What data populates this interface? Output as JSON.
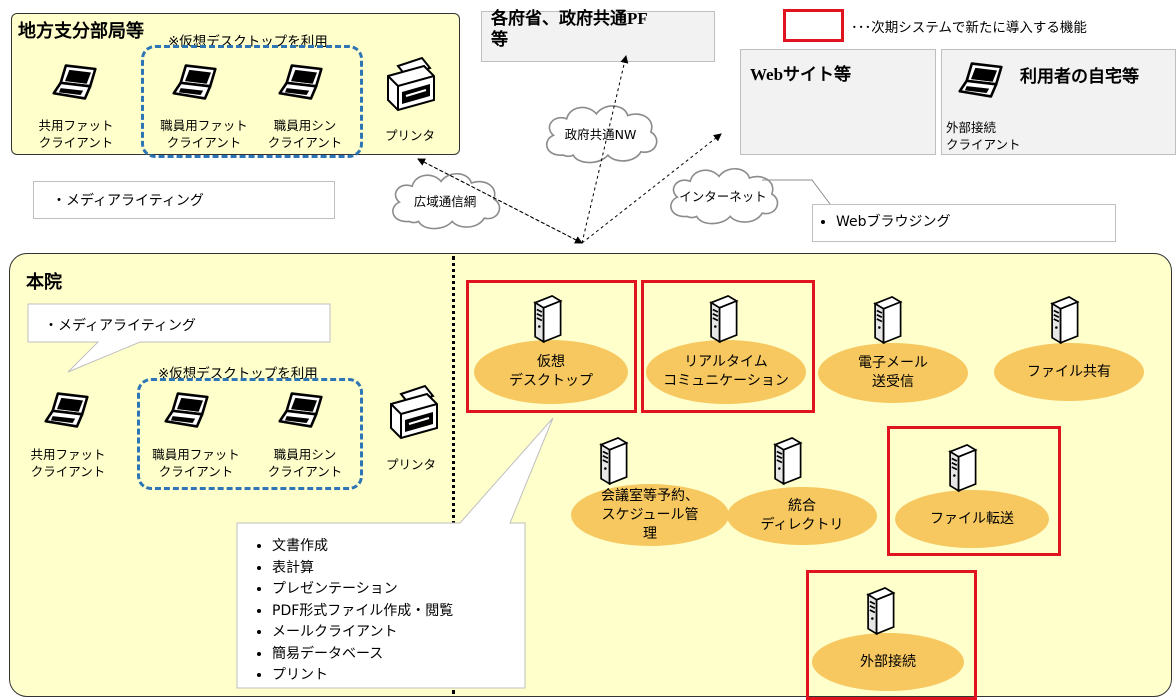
{
  "regional": {
    "title": "地方支分部局等",
    "vdi_note": "※仮想デスクトップを利用",
    "client_fat": "共用ファット\nクライアント",
    "staff_fat": "職員用ファット\nクライアント",
    "staff_thin": "職員用シン\nクライアント",
    "printer": "プリンタ",
    "callout": "・メディアライティング"
  },
  "ministries": {
    "title": "各府省、政府共通PF\n等"
  },
  "legend": {
    "text": "･･･次期システムで新たに導入する機能"
  },
  "websites": {
    "title": "Webサイト等"
  },
  "home": {
    "title": "利用者の自宅等",
    "client": "外部接続\nクライアント"
  },
  "clouds": {
    "gov_nw": "政府共通NW",
    "wide_area": "広域通信網",
    "internet": "インターネット"
  },
  "web_browsing": "Webブラウジング",
  "main": {
    "title": "本院",
    "callout": "・メディアライティング",
    "vdi_note": "※仮想デスクトップを利用",
    "client_fat": "共用ファット\nクライアント",
    "staff_fat": "職員用ファット\nクライアント",
    "staff_thin": "職員用シン\nクライアント",
    "printer": "プリンタ",
    "functions": [
      "文書作成",
      "表計算",
      "プレゼンテーション",
      "PDF形式ファイル作成・閲覧",
      "メールクライアント",
      "簡易データベース",
      "プリント"
    ]
  },
  "servers": {
    "virtual_desktop": "仮想\nデスクトップ",
    "realtime": "リアルタイム\nコミュニケーション",
    "email": "電子メール\n送受信",
    "file_share": "ファイル共有",
    "meeting_room": "会議室等予約、\nスケジュール管\n理",
    "directory": "統合\nディレクトリ",
    "file_transfer": "ファイル転送",
    "external": "外部接続"
  },
  "colors": {
    "region_fill": "#ffffcc",
    "server_ellipse": "#f6c85f",
    "new_function_border": "#e0141e",
    "vdi_dashed": "#2e75b6"
  }
}
